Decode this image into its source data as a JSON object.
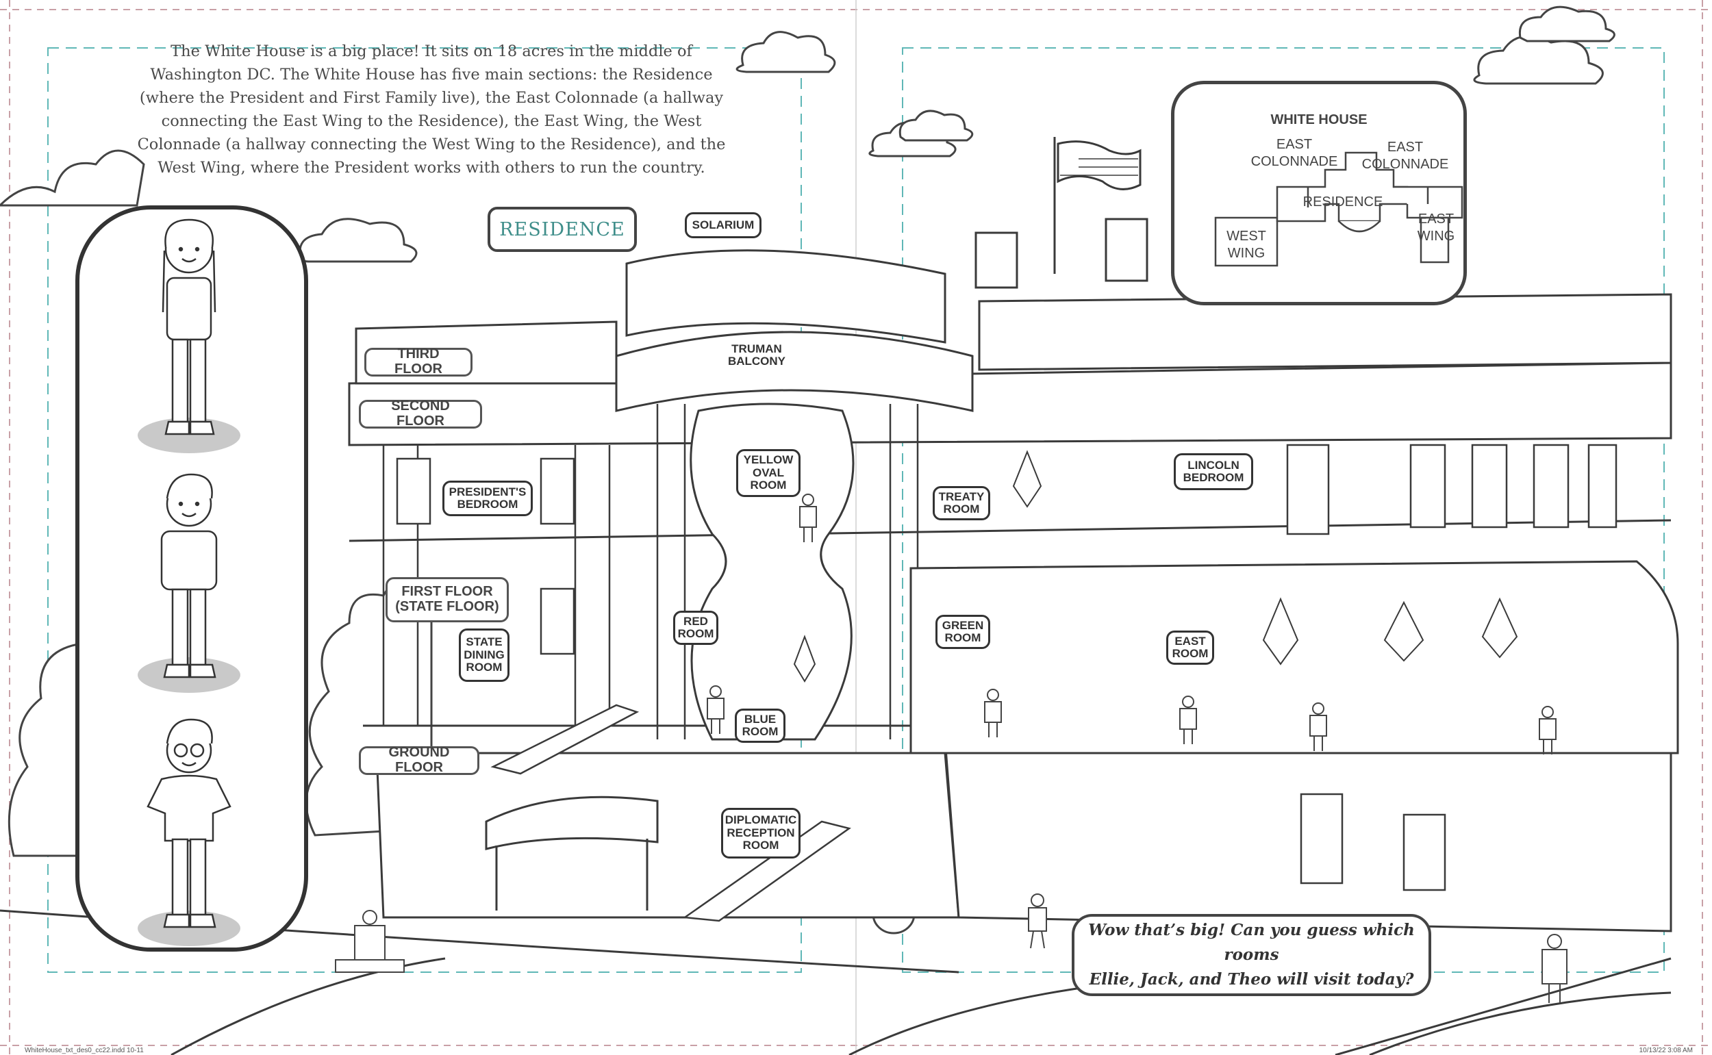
{
  "intro_text": "The White House is a big place! It sits on 18 acres in the middle of Washington DC. The White House has five main sections: the Residence (where the President and First Family live), the East Colonnade (a hallway connecting the East Wing to the Residence), the East Wing, the West Colonnade (a hallway connecting the West Wing to the Residence), and the West Wing, where the President works with others to run the country.",
  "section_title": "RESIDENCE",
  "floors": {
    "third": "THIRD FLOOR",
    "second": "SECOND FLOOR",
    "first": "FIRST FLOOR\n(STATE FLOOR)",
    "ground": "GROUND FLOOR"
  },
  "rooms": {
    "solarium": "SOLARIUM",
    "truman_balcony": "TRUMAN\nBALCONY",
    "presidents_bedroom": "PRESIDENT'S\nBEDROOM",
    "yellow_oval_room": "YELLOW\nOVAL\nROOM",
    "treaty_room": "TREATY\nROOM",
    "lincoln_bedroom": "LINCOLN\nBEDROOM",
    "state_dining_room": "STATE\nDINING\nROOM",
    "red_room": "RED\nROOM",
    "blue_room": "BLUE\nROOM",
    "green_room": "GREEN\nROOM",
    "east_room": "EAST\nROOM",
    "diplomatic_reception_room": "DIPLOMATIC\nRECEPTION\nROOM"
  },
  "map": {
    "title": "WHITE HOUSE",
    "east_colonnade_left": "EAST\nCOLONNADE",
    "east_colonnade_right": "EAST\nCOLONNADE",
    "residence": "RESIDENCE",
    "west_wing": "WEST\nWING",
    "east_wing": "EAST\nWING"
  },
  "bubble_text": "Wow that’s big! Can you guess which rooms\nEllie, Jack, and Theo will visit today?",
  "footer": {
    "left": "WhiteHouse_txt_des0_cc22.indd   10-11",
    "right": "10/13/22   3:08 AM"
  },
  "colors": {
    "line": "#3a3a3a",
    "accent_teal": "#3f8e8a",
    "guide_teal": "#5fb7b6",
    "trim_red": "#c9a0a6",
    "shadow_gray": "#c9c9c9"
  }
}
